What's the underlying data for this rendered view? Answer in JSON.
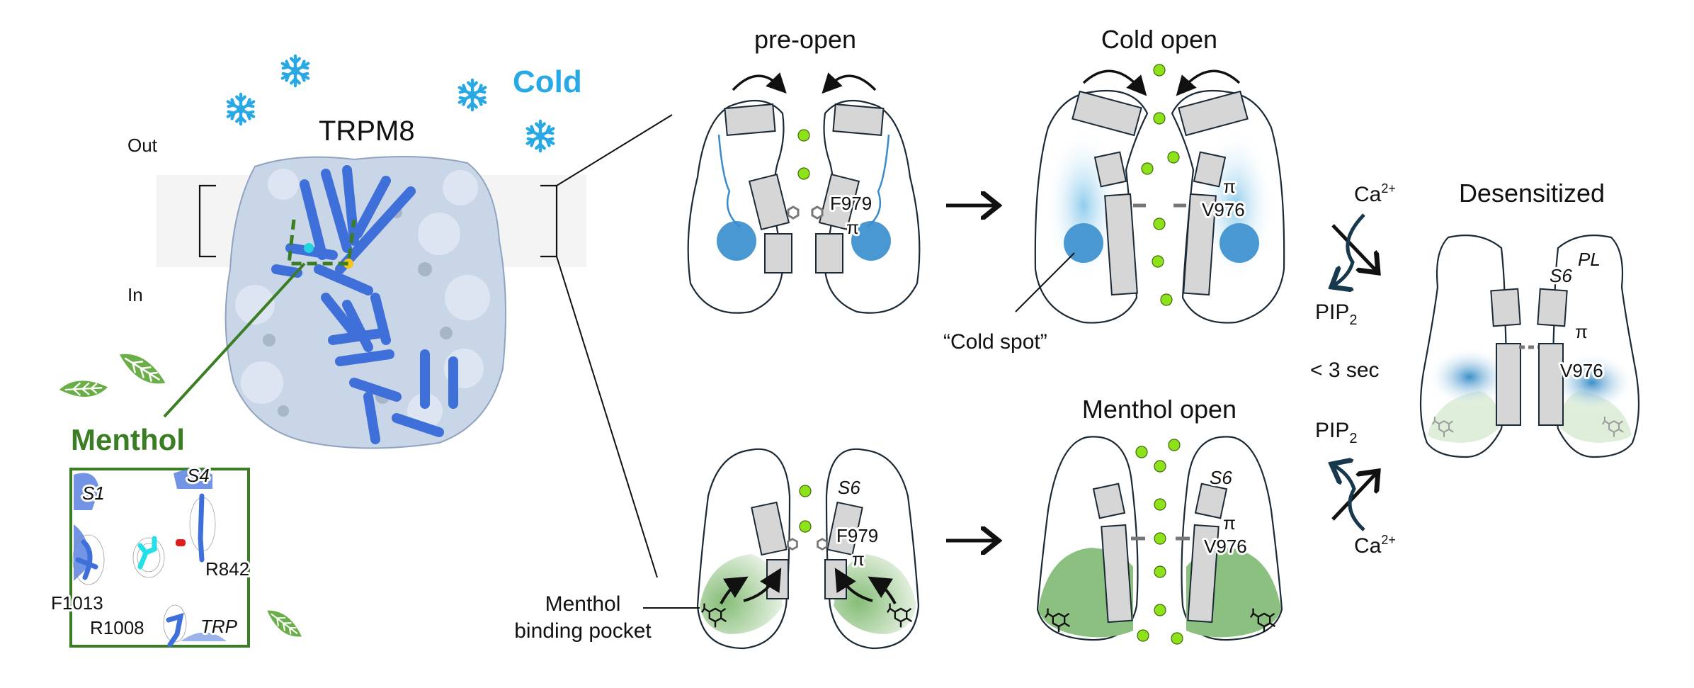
{
  "figure": {
    "protein_name": "TRPM8",
    "stimulus_cold": "Cold",
    "stimulus_menthol": "Menthol",
    "membrane_out": "Out",
    "membrane_in": "In",
    "colors": {
      "cold_blue": "#29a8e6",
      "menthol_green": "#3a7d23",
      "leaf_green": "#6aae48",
      "protein_blue": "#3f6fd8",
      "ion_green": "#8ee21a",
      "cold_spot": "#4a98d2",
      "pocket_green": "#8cc080",
      "pathway_arrow": "#17384d"
    },
    "icons": [
      "snowflake-icon",
      "snowflake-icon",
      "snowflake-icon",
      "snowflake-icon",
      "leaf-icon",
      "leaf-icon",
      "leaf-icon"
    ]
  },
  "inset": {
    "labels": {
      "s1": "S1",
      "s4": "S4",
      "r842": "R842",
      "f1013": "F1013",
      "r1008": "R1008",
      "trp": "TRP"
    }
  },
  "states": {
    "pre_open": {
      "title": "pre-open",
      "residue": "F979",
      "pi": "π"
    },
    "cold_open": {
      "title": "Cold open",
      "residue": "V976",
      "pi": "π",
      "annotation": "“Cold spot”"
    },
    "menthol_pre": {
      "residue": "F979",
      "pi": "π",
      "helix": "S6",
      "annotation_line1": "Menthol",
      "annotation_line2": "binding pocket"
    },
    "menthol_open": {
      "title": "Menthol open",
      "residue": "V976",
      "pi": "π",
      "helix": "S6"
    },
    "desensitized": {
      "title": "Desensitized",
      "residue": "V976",
      "pi": "π",
      "helix": "S6",
      "region": "PL"
    }
  },
  "transitions": {
    "top_ion": "Ca",
    "top_ion_charge": "2+",
    "top_lipid": "PIP",
    "top_lipid_sub": "2",
    "timing": "< 3 sec",
    "bottom_lipid": "PIP",
    "bottom_lipid_sub": "2",
    "bottom_ion": "Ca",
    "bottom_ion_charge": "2+"
  }
}
